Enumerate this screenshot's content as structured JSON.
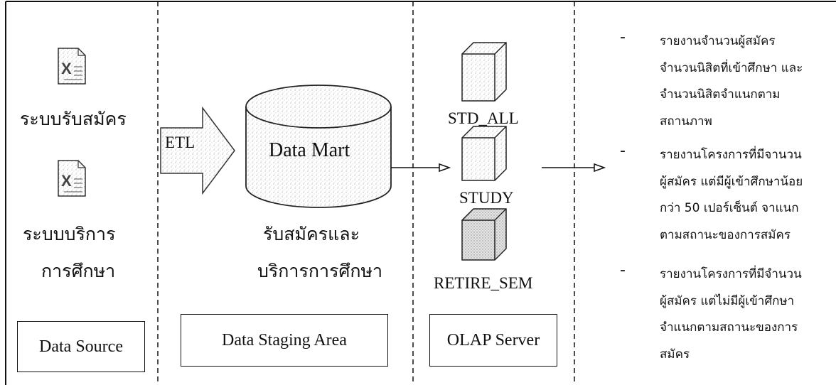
{
  "data_source": {
    "system1_label": "ระบบรับสมัคร",
    "system2_label_line1": "ระบบบริการ",
    "system2_label_line2": "การศึกษา",
    "box_label": "Data Source",
    "icon": "excel-file-icon"
  },
  "staging": {
    "etl_label": "ETL",
    "db_label": "Data Mart",
    "caption_line1": "รับสมัครและ",
    "caption_line2": "บริการการศึกษา",
    "box_label": "Data Staging Area",
    "icon": "database-cylinder-icon"
  },
  "olap": {
    "cubes": [
      "STD_ALL",
      "STUDY",
      "RETIRE_SEM"
    ],
    "box_label": "OLAP Server",
    "icon": "cube-icon"
  },
  "reports": [
    {
      "dash": "-",
      "lines": [
        "รายงานจำนวนผู้สมัคร",
        "จำนวนนิสิตที่เข้าศึกษา และ",
        "จำนวนนิสิตจำแนกตาม",
        "สถานภาพ"
      ]
    },
    {
      "dash": "-",
      "lines": [
        "รายงานโครงการที่มีจานวน",
        "ผู้สมัคร แต่มีผู้เข้าศึกษาน้อย",
        "กว่า 50 เปอร์เซ็นต์ จาแนก",
        "ตามสถานะของการสมัคร"
      ]
    },
    {
      "dash": "-",
      "lines": [
        "รายงานโครงการที่มีจำนวน",
        "ผู้สมัคร แต่ไม่มีผู้เข้าศึกษา",
        "จำแนกตามสถานะของการ",
        "สมัคร"
      ]
    }
  ]
}
